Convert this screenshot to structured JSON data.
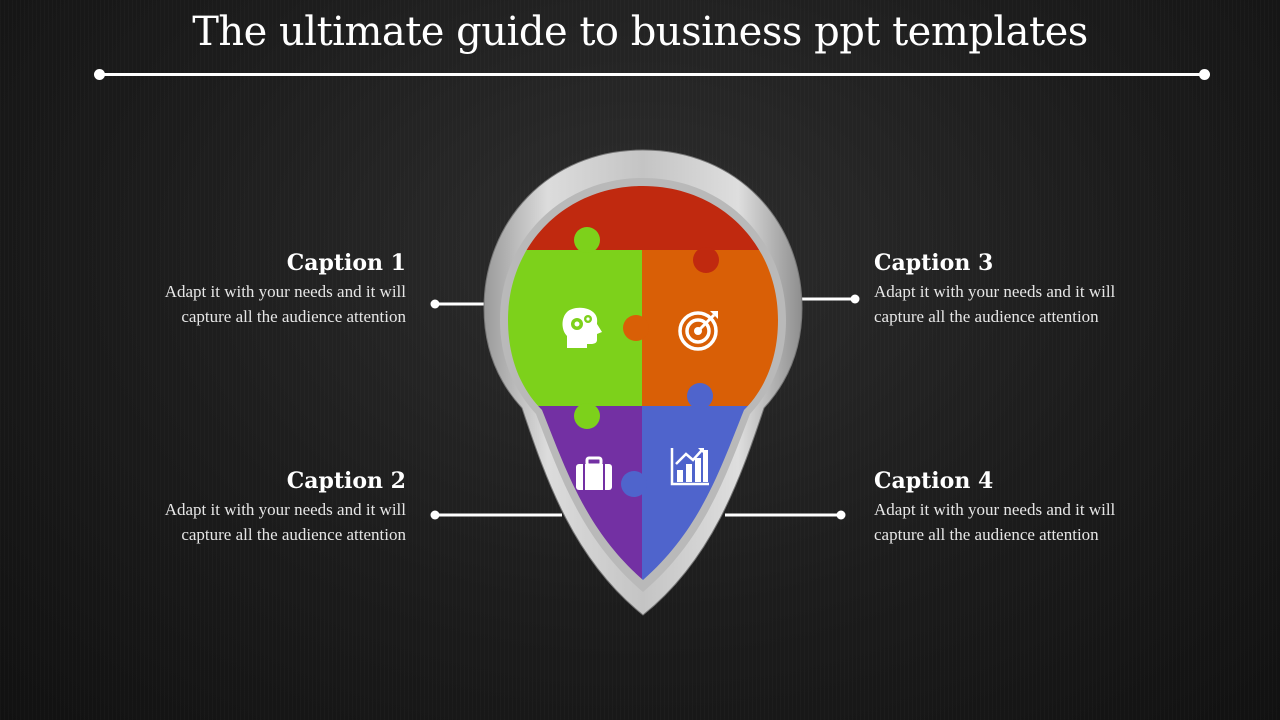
{
  "slide": {
    "title": "The ultimate guide to business ppt templates"
  },
  "captions": [
    {
      "id": "caption-1",
      "heading": "Caption 1",
      "text": "Adapt it with your needs and it will capture all the audience attention"
    },
    {
      "id": "caption-2",
      "heading": "Caption 2",
      "text": "Adapt it with your needs and it will capture all the audience attention"
    },
    {
      "id": "caption-3",
      "heading": "Caption 3",
      "text": "Adapt it with your needs and it will capture all the audience attention"
    },
    {
      "id": "caption-4",
      "heading": "Caption 4",
      "text": "Adapt it with your needs and it will capture all the audience attention"
    }
  ],
  "puzzle": {
    "pieces": [
      {
        "name": "top",
        "color": "#c0290f"
      },
      {
        "name": "caption-1",
        "color": "#7dd11b",
        "icon": "head-gears-icon"
      },
      {
        "name": "caption-3",
        "color": "#d95f06",
        "icon": "target-icon"
      },
      {
        "name": "caption-2",
        "color": "#7330a3",
        "icon": "briefcase-icon"
      },
      {
        "name": "caption-4",
        "color": "#4f64cc",
        "icon": "growth-chart-icon"
      }
    ],
    "frame_color": "#c8c8c8"
  }
}
